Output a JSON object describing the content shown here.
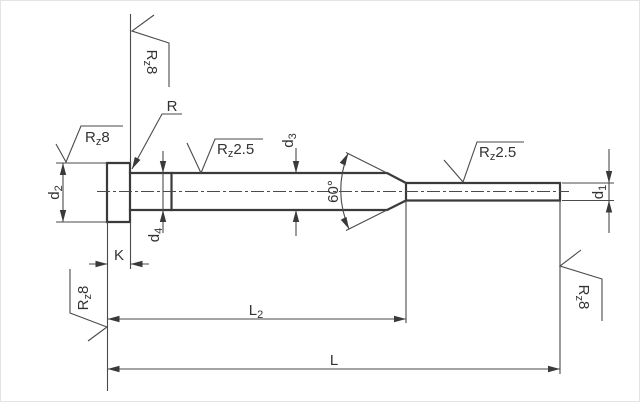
{
  "meta": {
    "title": "Ejector pin technical drawing",
    "background": "#ffffff",
    "line_color": "#3a3a3a"
  },
  "labels": {
    "d1": {
      "base": "d",
      "sub": "1"
    },
    "d2": {
      "base": "d",
      "sub": "2"
    },
    "d3": {
      "base": "d",
      "sub": "3"
    },
    "d4": {
      "base": "d",
      "sub": "4"
    },
    "k": "K",
    "l2": {
      "base": "L",
      "sub": "2"
    },
    "l": "L",
    "r": "R",
    "cone_angle": "60°",
    "rz8": {
      "base": "R",
      "sub": "z",
      "value": "8"
    },
    "rz25": {
      "base": "R",
      "sub": "z",
      "value": "2.5"
    }
  },
  "annotations": {
    "diameter_labels": [
      "d2",
      "d4",
      "d3",
      "d1"
    ],
    "length_labels": [
      "K",
      "L2",
      "L"
    ],
    "angle_label": "60°",
    "fillet_label": "R",
    "surface_finish_marks": [
      "Rz8",
      "Rz8",
      "Rz8",
      "Rz8",
      "Rz2.5",
      "Rz2.5"
    ]
  }
}
